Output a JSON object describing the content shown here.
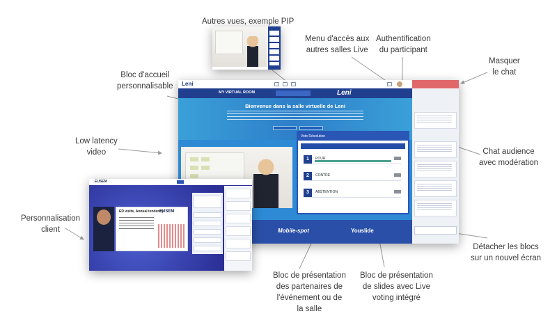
{
  "annotations": {
    "pip": "Autres vues, exemple PIP",
    "menu_line1": "Menu d'accès aux",
    "menu_line2": "autres salles Live",
    "auth_line1": "Authentification",
    "auth_line2": "du participant",
    "hide_line1": "Masquer",
    "hide_line2": "le chat",
    "welcome_line1": "Bloc d'accueil",
    "welcome_line2": "personnalisable",
    "lowlat_line1": "Low latency",
    "lowlat_line2": "video",
    "chat_line1": "Chat audience",
    "chat_line2": "avec modération",
    "client_line1": "Personnalisation",
    "client_line2": "client",
    "detach_line1": "Détacher les blocs",
    "detach_line2": "sur un nouvel écran",
    "partners_line1": "Bloc de présentation",
    "partners_line2": "des partenaires de",
    "partners_line3": "l'événement ou de",
    "partners_line4": "la salle",
    "slides_line1": "Bloc de présentation",
    "slides_line2": "de slides avec Live",
    "slides_line3": "voting intégré"
  },
  "main_window": {
    "logo": "Leni",
    "room_name": "MY VIRTUAL ROOM",
    "brand": "Leni",
    "welcome_title": "Bienvenue dans la salle virtuelle de Leni",
    "vote_title": "Vote Résolution",
    "vote_options": [
      {
        "num": "1",
        "label": "POUR"
      },
      {
        "num": "2",
        "label": "CONTRE"
      },
      {
        "num": "3",
        "label": "ABSTENTION"
      }
    ],
    "partner_1": "Mobile-spot",
    "partner_2": "Youslide"
  },
  "client_window": {
    "logo": "EUSEM",
    "slide_title": "ED visits,  Annual tendency",
    "slide_brand": "EUSEM"
  }
}
